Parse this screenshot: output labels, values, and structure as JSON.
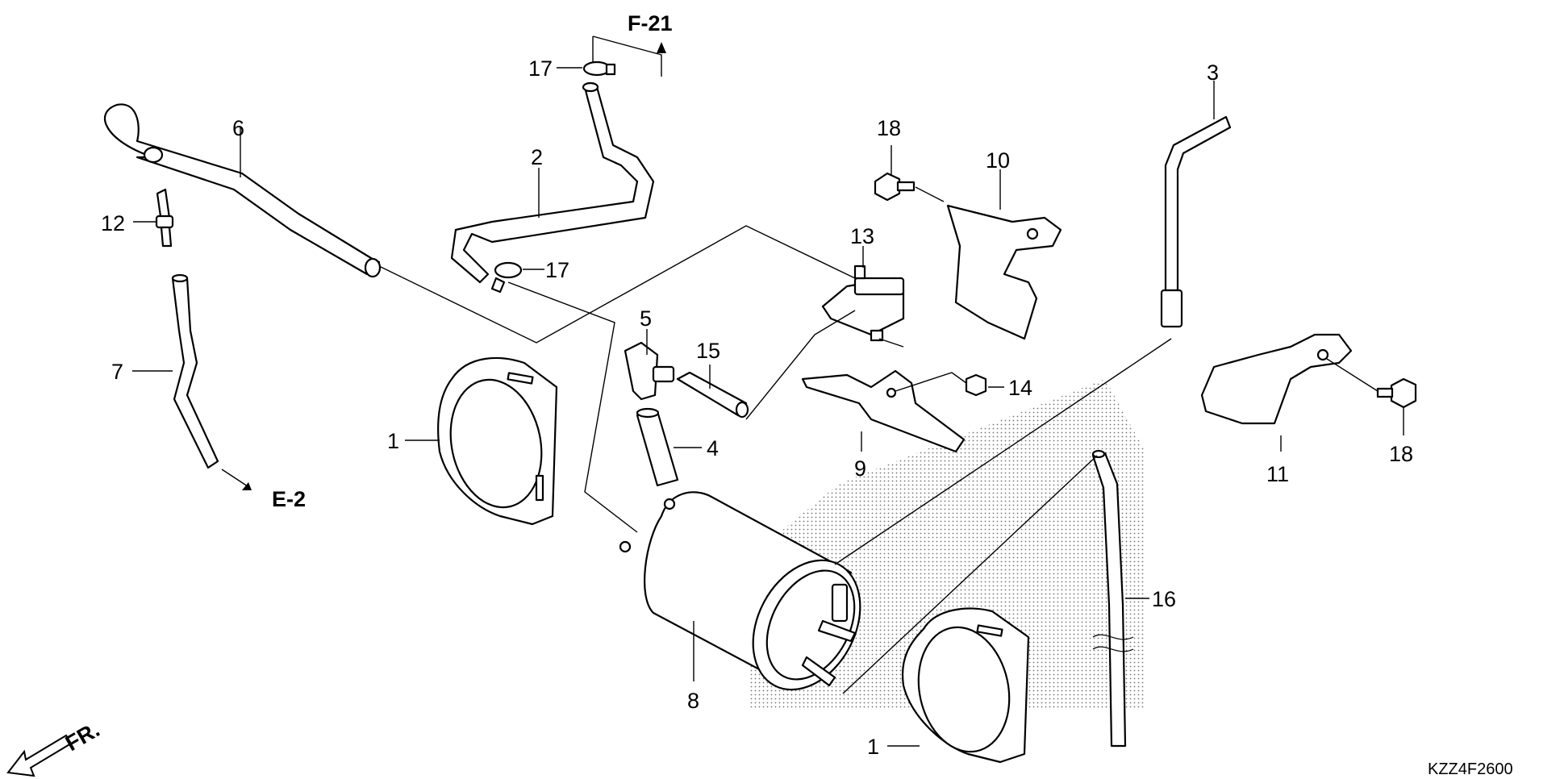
{
  "diagram": {
    "part_numbers": {
      "p1": "1",
      "p2": "2",
      "p3": "3",
      "p4": "4",
      "p5": "5",
      "p6": "6",
      "p7": "7",
      "p8": "8",
      "p9": "9",
      "p10": "10",
      "p11": "11",
      "p12": "12",
      "p13": "13",
      "p14": "14",
      "p15": "15",
      "p16": "16",
      "p17": "17",
      "p18": "18"
    },
    "refs": {
      "f21": "F-21",
      "e2": "E-2",
      "front": "FR."
    },
    "drawing_code": "KZZ4F2600"
  }
}
